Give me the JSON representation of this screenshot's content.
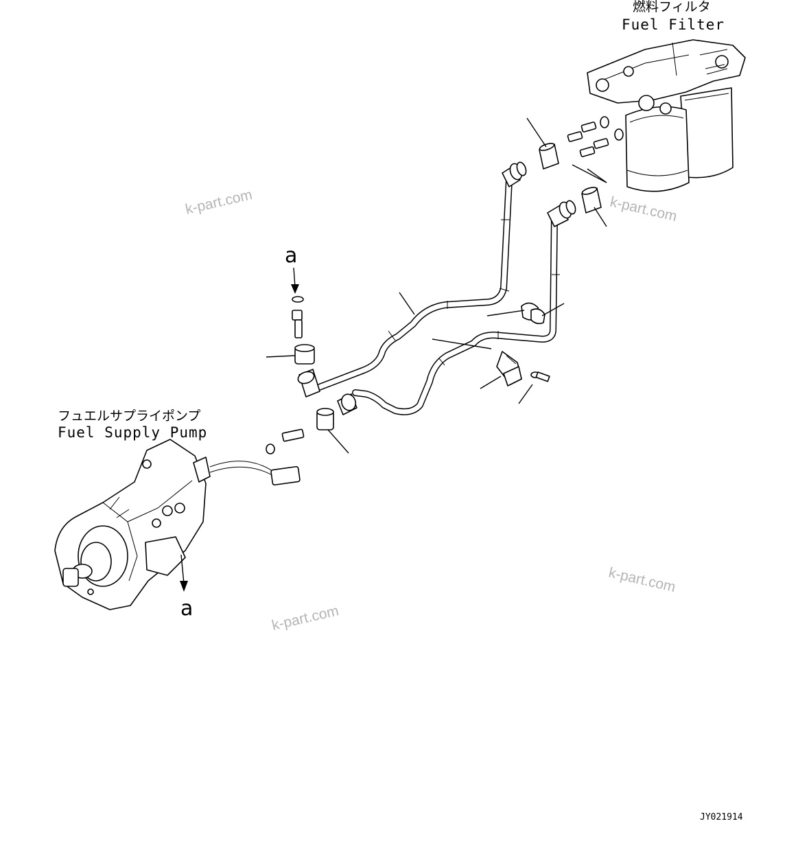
{
  "labels": {
    "fuel_filter_jp": "燃料フィルタ",
    "fuel_filter_en": "Fuel Filter",
    "supply_pump_jp": "フュエルサプライポンプ",
    "supply_pump_en": "Fuel Supply Pump",
    "marker_top": "a",
    "marker_bottom": "a"
  },
  "watermarks": [
    "k-part.com",
    "k-part.com",
    "k-part.com",
    "k-part.com"
  ],
  "drawing_code": "JY021914",
  "colors": {
    "line": "#000000",
    "background": "#ffffff",
    "watermark": "#b4b4b4"
  }
}
